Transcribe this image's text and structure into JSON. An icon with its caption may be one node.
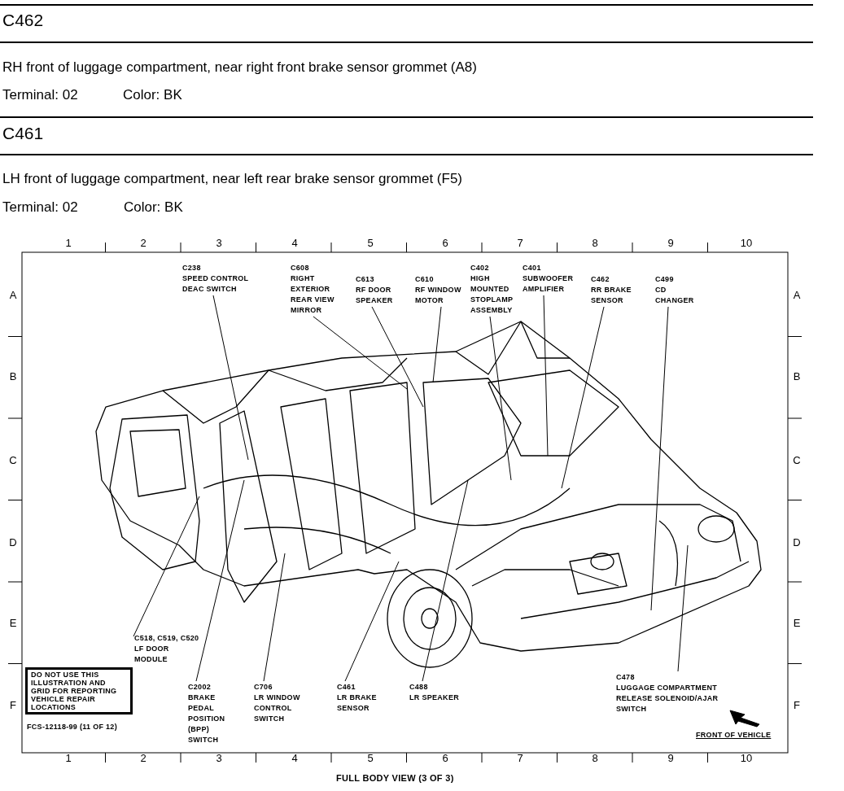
{
  "diagram": {
    "caption": "FULL BODY VIEW (3 OF 3)",
    "nodes": [
      {
        "text": [
          "C238",
          "SPEED CONTROL DEAC SWITCH"
        ]
      },
      {
        "text": [
          "C608",
          "RIGHT EXTERIOR REAR VIEW MIRROR"
        ]
      },
      {
        "text": [
          "C613",
          "RF DOOR SPEAKER"
        ]
      },
      {
        "text": [
          "C610",
          "RF WINDOW MOTOR"
        ]
      },
      {
        "text": [
          "C402",
          "HIGH MOUNTED STOPLAMP ASSEMBLY"
        ]
      },
      {
        "text": [
          "C401",
          "SUBWOOFER AMPLIFIER"
        ]
      },
      {
        "text": [
          "C462",
          "RR BRAKE SENSOR"
        ]
      },
      {
        "text": [
          "C499",
          "CD CHANGER"
        ]
      },
      {
        "text": [
          "C518, C519, C520",
          "LF DOOR MODULE"
        ]
      },
      {
        "text": [
          "C2002",
          "BRAKE PEDAL POSITION (BPP) SWITCH"
        ]
      },
      {
        "text": [
          "C706",
          "LR WINDOW CONTROL SWITCH"
        ]
      },
      {
        "text": [
          "C461",
          "LR BRAKE SENSOR"
        ]
      },
      {
        "text": [
          "C488",
          "LR SPEAKER"
        ]
      },
      {
        "text": [
          "C478",
          "LUGGAGE COMPARTMENT RELEASE SOLENOID/AJAR SWITCH"
        ]
      },
      {
        "text": [
          "DO NOT USE THIS ILLUSTRATION AND GRID FOR REPORTING VEHICLE REPAIR LOCATIONS"
        ]
      }
    ],
    "edges": [
      {
        "from": 0,
        "to": null,
        "arrow": "none"
      },
      {
        "from": 1,
        "to": null,
        "arrow": "none"
      },
      {
        "from": 2,
        "to": null,
        "arrow": "none"
      },
      {
        "from": 3,
        "to": null,
        "arrow": "none"
      },
      {
        "from": 4,
        "to": null,
        "arrow": "none"
      },
      {
        "from": 5,
        "to": null,
        "arrow": "none"
      },
      {
        "from": 6,
        "to": null,
        "arrow": "none"
      },
      {
        "from": 7,
        "to": null,
        "arrow": "none"
      },
      {
        "from": 8,
        "to": null,
        "arrow": "none"
      },
      {
        "from": 9,
        "to": null,
        "arrow": "none"
      },
      {
        "from": 10,
        "to": null,
        "arrow": "none"
      },
      {
        "from": 11,
        "to": null,
        "arrow": "none"
      },
      {
        "from": 12,
        "to": null,
        "arrow": "none"
      },
      {
        "from": 13,
        "to": null,
        "arrow": "none"
      }
    ],
    "labels": [
      "C462",
      "RH front of luggage compartment, near right front brake sensor grommet (A8)",
      "Terminal: 02",
      "Color: BK",
      "C461",
      "LH front of luggage compartment, near left rear brake sensor grommet (F5)",
      "Terminal: 02",
      "Color: BK",
      "1",
      "2",
      "3",
      "4",
      "5",
      "6",
      "7",
      "8",
      "9",
      "10",
      "A",
      "A",
      "B",
      "B",
      "C",
      "C",
      "D",
      "D",
      "E",
      "E",
      "F",
      "F",
      "FCS-12118-99 (11 OF 12)",
      "FRONT OF VEHICLE",
      "1",
      "2",
      "3",
      "4",
      "5",
      "6",
      "7",
      "8",
      "9",
      "10"
    ]
  }
}
